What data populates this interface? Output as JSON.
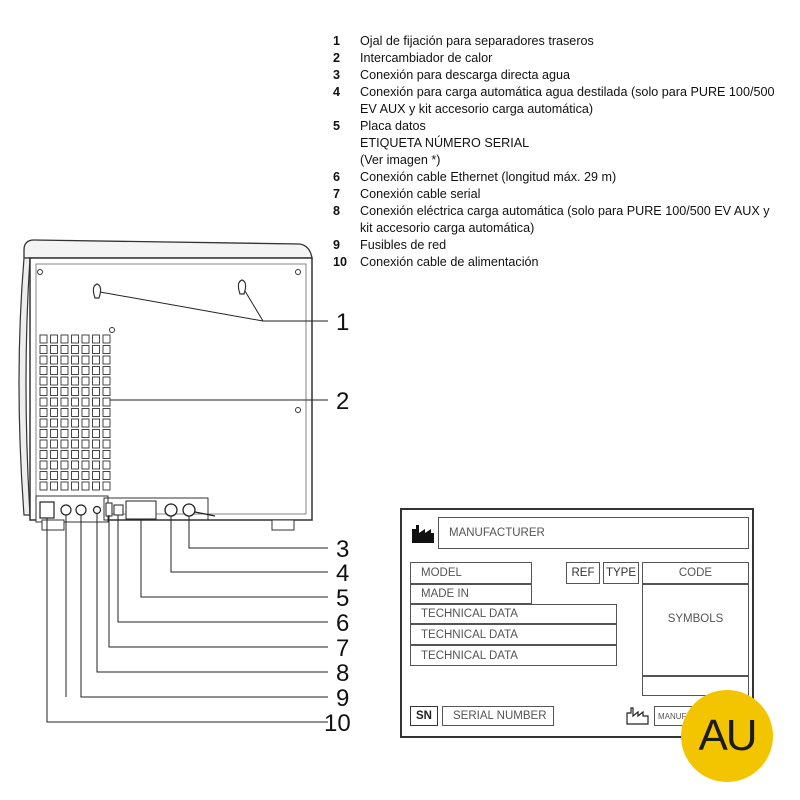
{
  "legend": [
    {
      "num": "1",
      "text": "Ojal de fijación para separadores traseros"
    },
    {
      "num": "2",
      "text": "Intercambiador de calor"
    },
    {
      "num": "3",
      "text": "Conexión para descarga directa agua"
    },
    {
      "num": "4",
      "text": "Conexión para carga automática agua destilada (solo para PURE 100/500 EV AUX y kit accesorio carga automática)"
    },
    {
      "num": "5",
      "text": "Placa datos",
      "sub": [
        "ETIQUETA NÚMERO SERIAL",
        "(Ver imagen *)"
      ]
    },
    {
      "num": "6",
      "text": "Conexión cable Ethernet (longitud máx. 29 m)"
    },
    {
      "num": "7",
      "text": "Conexión cable serial"
    },
    {
      "num": "8",
      "text": "Conexión eléctrica carga automática (solo para PURE 100/500 EV AUX y kit accesorio carga automática)"
    },
    {
      "num": "9",
      "text": "Fusibles de red"
    },
    {
      "num": "10",
      "text": "Conexión cable de alimentación"
    }
  ],
  "callouts": [
    "1",
    "2",
    "3",
    "4",
    "5",
    "6",
    "7",
    "8",
    "9",
    "10"
  ],
  "plate": {
    "manufacturer": "MANUFACTURER",
    "model": "MODEL",
    "made_in": "MADE IN",
    "ref": "REF",
    "type": "TYPE",
    "code": "CODE",
    "technical_data": [
      "TECHNICAL DATA",
      "TECHNICAL DATA",
      "TECHNICAL DATA"
    ],
    "symbols": "SYMBOLS",
    "sn": "SN",
    "serial_number": "SERIAL NUMBER",
    "manufacture_date": "MANUF"
  },
  "logo": {
    "text": "AU",
    "color": "#f3c500"
  }
}
